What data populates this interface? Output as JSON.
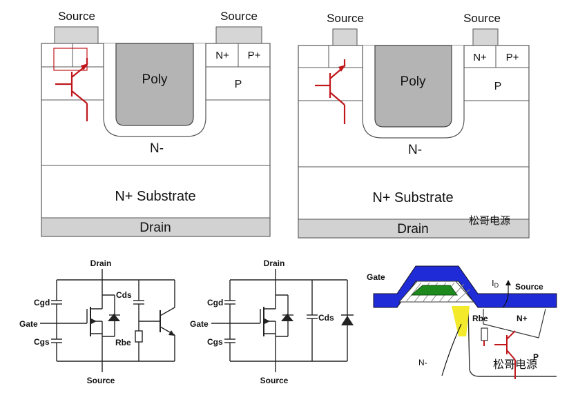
{
  "top_left": {
    "source_left": "Source",
    "source_right": "Source",
    "n_plus": "N+",
    "p_plus": "P+",
    "p": "P",
    "poly": "Poly",
    "n_minus": "N-",
    "substrate": "N+ Substrate",
    "drain": "Drain"
  },
  "top_right": {
    "source_left": "Source",
    "source_right": "Source",
    "n_plus": "N+",
    "p_plus": "P+",
    "p": "P",
    "poly": "Poly",
    "n_minus": "N-",
    "substrate": "N+ Substrate",
    "drain": "Drain"
  },
  "circuit_left": {
    "drain": "Drain",
    "source": "Source",
    "gate": "Gate",
    "cgd": "Cgd",
    "cgs": "Cgs",
    "cds": "Cds",
    "rbe": "Rbe"
  },
  "circuit_mid": {
    "drain": "Drain",
    "source": "Source",
    "gate": "Gate",
    "cgd": "Cgd",
    "cgs": "Cgs",
    "cds": "Cds"
  },
  "cross_section": {
    "gate": "Gate",
    "id_main": "I",
    "id_sub": "D",
    "source": "Source",
    "rbe": "Rbe",
    "n_plus": "N+",
    "p": "P",
    "n_minus": "N-"
  },
  "watermark": "松哥电源",
  "colors": {
    "bjt": "#c0171c",
    "gate_metal": "#1f2bd6",
    "gate_poly": "#1e8a1e",
    "channel": "#f2ea2a",
    "poly_fill": "#b4b4b4",
    "drain_fill": "#d2d2d2"
  }
}
